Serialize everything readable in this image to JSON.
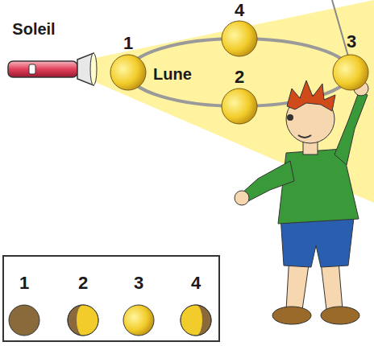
{
  "diagram": {
    "labels": [
      "Soleil",
      "1",
      "Lune",
      "4",
      "2",
      "3",
      "1",
      "2",
      "3",
      "4"
    ]
  }
}
